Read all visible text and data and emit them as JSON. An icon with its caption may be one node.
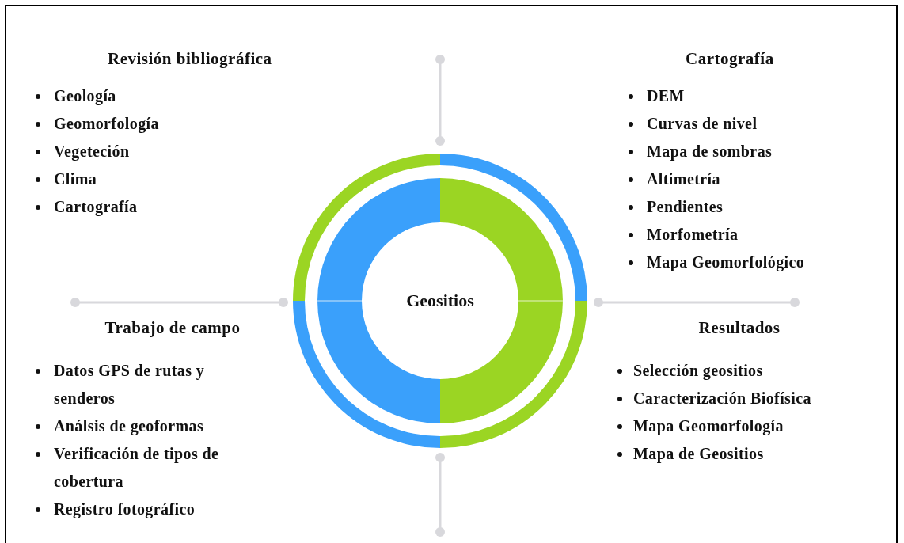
{
  "diagram": {
    "nodes": [
      {
        "text": [
          "Geositios"
        ]
      }
    ],
    "labels": [
      "Revisión bibliográfica",
      "Geología",
      "Geomorfología",
      "Vegeteción",
      "Clima",
      "Cartografía",
      "Cartografía",
      "DEM",
      "Curvas de nivel",
      "Mapa de sombras",
      "Altimetría",
      "Pendientes",
      "Morfometría",
      "Mapa Geomorfológico",
      "Trabajo de campo",
      "Datos GPS de rutas y senderos",
      "Análsis de geoformas",
      "Verificación de tipos de cobertura",
      "Registro fotográfico",
      "Resultados",
      "Selección geositios",
      "Caracterización Biofísica",
      "Mapa Geomorfología",
      "Mapa de Geositios"
    ]
  }
}
